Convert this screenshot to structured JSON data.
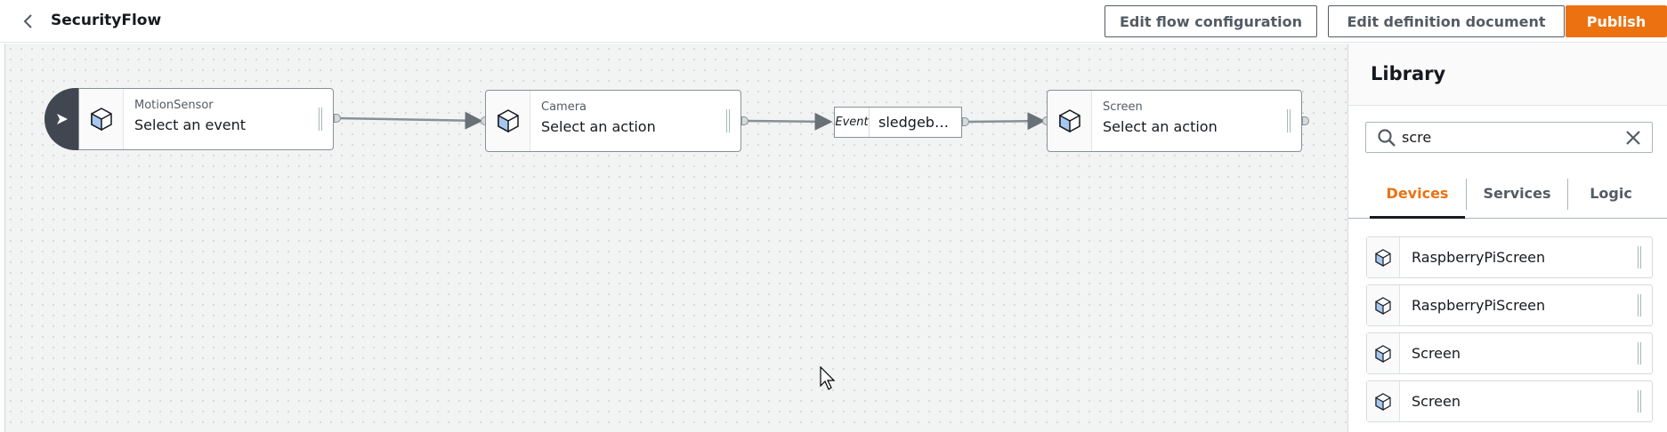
{
  "header": {
    "title": "SecurityFlow",
    "back_icon": "chevron-left-icon",
    "buttons": {
      "edit_flow_configuration": "Edit flow configuration",
      "edit_definition_document": "Edit definition document",
      "publish": "Publish"
    }
  },
  "canvas": {
    "start_icon": "play-arrow-icon",
    "nodes": [
      {
        "device": "MotionSensor",
        "placeholder": "Select an event",
        "icon": "cube-icon"
      },
      {
        "device": "Camera",
        "placeholder": "Select an action",
        "icon": "cube-icon"
      },
      {
        "device": "Screen",
        "placeholder": "Select an action",
        "icon": "cube-icon"
      }
    ],
    "event_node": {
      "tag": "Event",
      "value": "sledgeb…"
    }
  },
  "library": {
    "title": "Library",
    "search": {
      "value": "scre",
      "placeholder": "",
      "search_icon": "search-icon",
      "clear_icon": "close-icon"
    },
    "tabs": [
      {
        "label": "Devices",
        "active": true
      },
      {
        "label": "Services",
        "active": false
      },
      {
        "label": "Logic",
        "active": false
      }
    ],
    "items": [
      {
        "label": "RaspberryPiScreen",
        "icon": "cube-icon"
      },
      {
        "label": "RaspberryPiScreen",
        "icon": "cube-icon"
      },
      {
        "label": "Screen",
        "icon": "cube-icon"
      },
      {
        "label": "Screen",
        "icon": "cube-icon"
      }
    ]
  },
  "colors": {
    "accent": "#ec7211",
    "dark": "#414750",
    "cube_fill": "#a6c8f0"
  }
}
